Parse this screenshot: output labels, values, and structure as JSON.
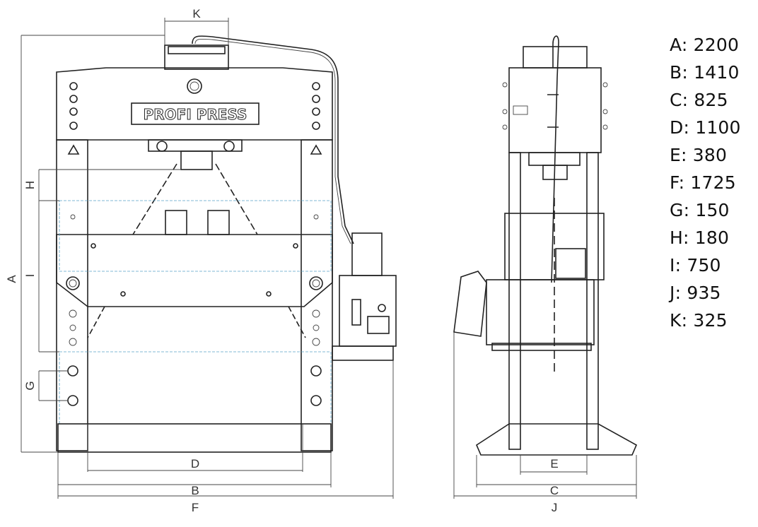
{
  "brand_plate": "PROFI PRESS",
  "front_view": {
    "dim_labels": {
      "A": "A",
      "B": "B",
      "D": "D",
      "F": "F",
      "G": "G",
      "H": "H",
      "I": "I",
      "K": "K"
    }
  },
  "side_view": {
    "dim_labels": {
      "C": "C",
      "E": "E",
      "J": "J"
    }
  },
  "specs": [
    {
      "text": "A: 2200"
    },
    {
      "text": "B: 1410"
    },
    {
      "text": "C: 825"
    },
    {
      "text": "D: 1100"
    },
    {
      "text": "E: 380"
    },
    {
      "text": "F: 1725"
    },
    {
      "text": "G: 150"
    },
    {
      "text": "H: 180"
    },
    {
      "text": "I: 750"
    },
    {
      "text": "J: 935"
    },
    {
      "text": "K: 325"
    }
  ],
  "colors": {
    "line": "#222222",
    "guide": "#5aa3c8",
    "text": "#111111"
  }
}
